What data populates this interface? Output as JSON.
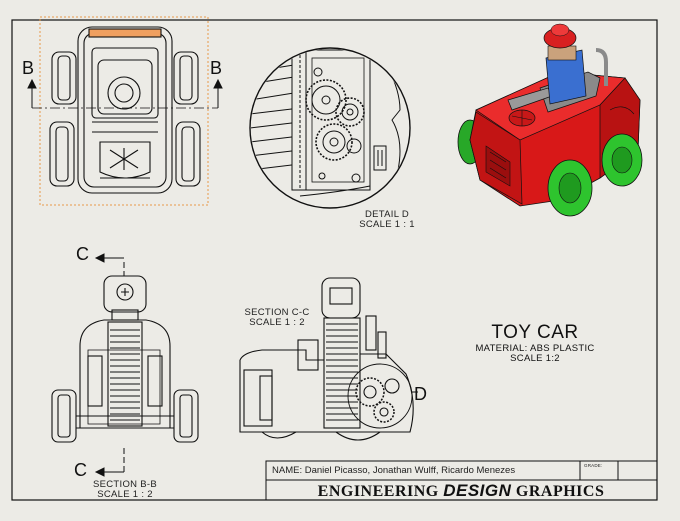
{
  "sheet": {
    "title": "TOY CAR",
    "material": "MATERIAL: ABS PLASTIC",
    "scale": "SCALE 1:2"
  },
  "detail_d": {
    "name": "DETAIL D",
    "scale": "SCALE 1 : 1"
  },
  "section_cc": {
    "name": "SECTION C-C",
    "scale": "SCALE 1 : 2"
  },
  "section_bb": {
    "name": "SECTION B-B",
    "scale": "SCALE 1 : 2"
  },
  "markers": {
    "b_left": "B",
    "b_right": "B",
    "c_top": "C",
    "c_bottom": "C",
    "d_callout": "D"
  },
  "title_block": {
    "names": "NAME: Daniel Picasso, Jonathan Wulff, Ricardo Menezes",
    "grade": "GRADE:",
    "banner_left": "ENGINEERING",
    "banner_mid": "DESIGN",
    "banner_right": "GRAPHICS"
  },
  "colors": {
    "body": "#d81818",
    "wheels": "#2ec42e",
    "driver": "#3a6fd0",
    "helmet": "#d82020",
    "seat": "#8a8a8a",
    "lines": "#111111",
    "paper": "#ecebe6"
  }
}
